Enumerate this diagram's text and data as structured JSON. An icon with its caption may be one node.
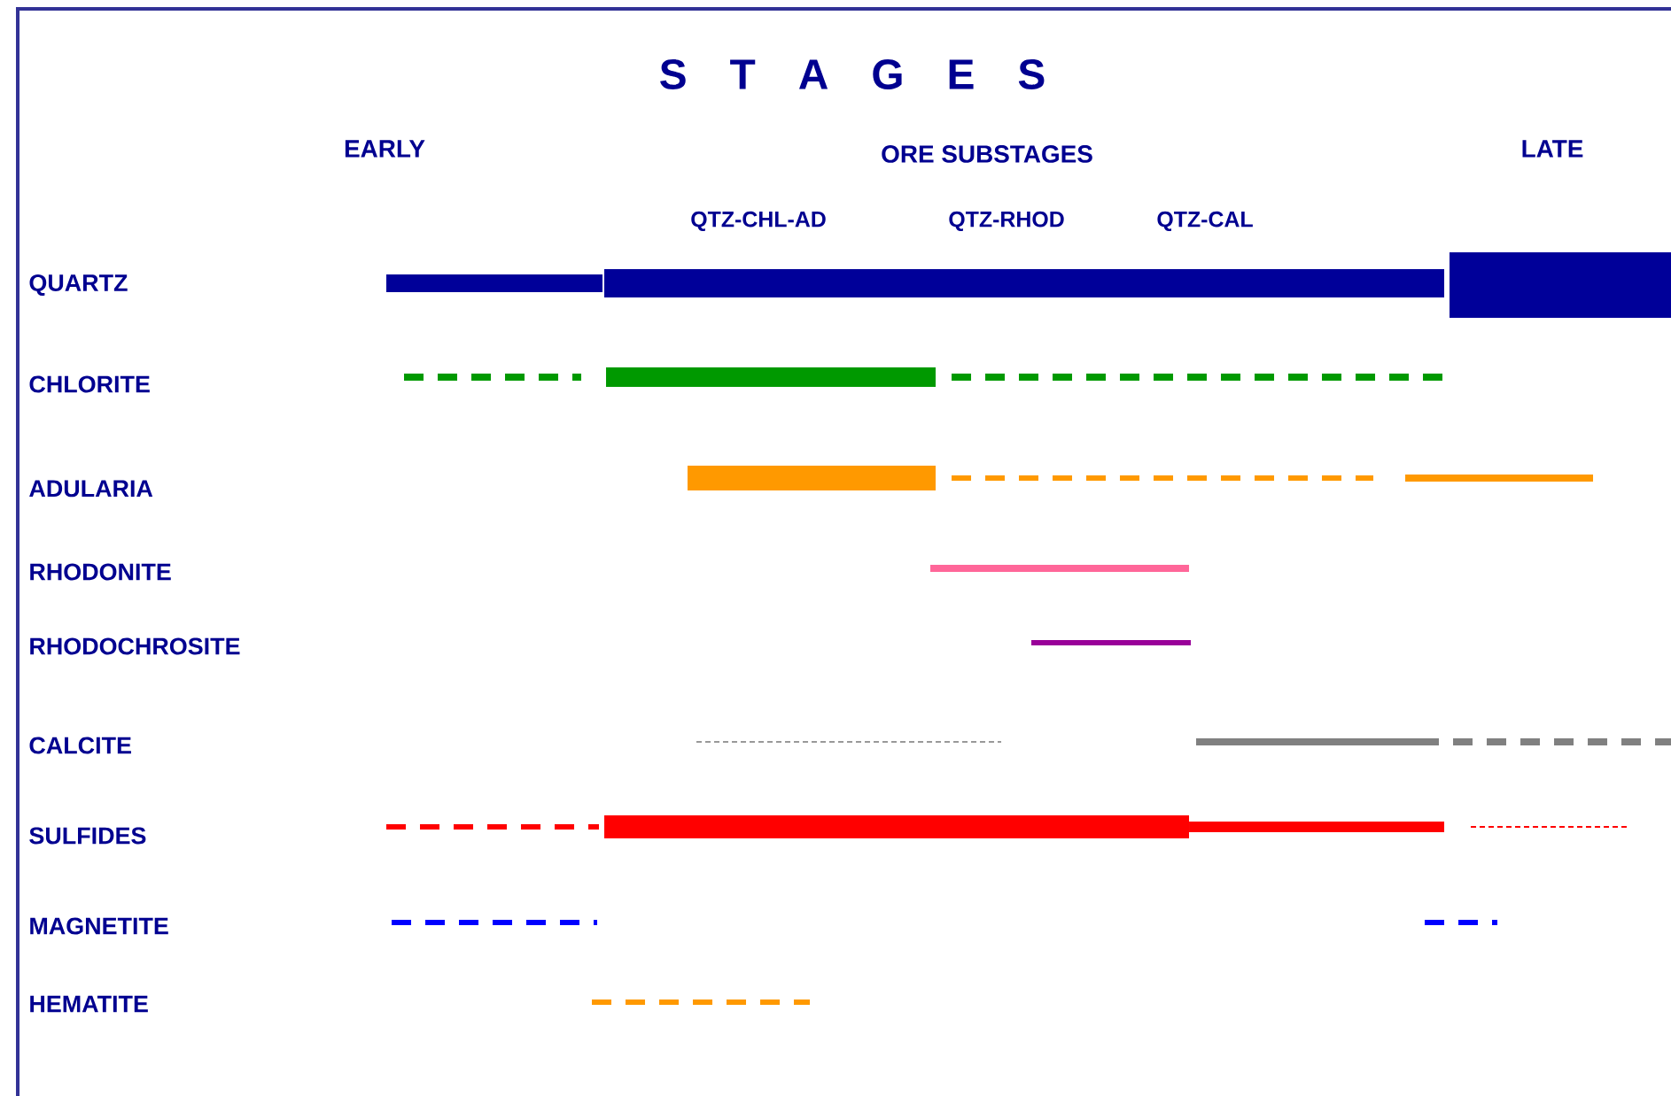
{
  "diagram": {
    "title": "S T A G E S",
    "labels": [
      "EARLY",
      "ORE SUBSTAGES",
      "LATE",
      "QTZ-CHL-AD",
      "QTZ-RHOD",
      "QTZ-CAL",
      "QUARTZ",
      "CHLORITE",
      "ADULARIA",
      "RHODONITE",
      "RHODOCHROSITE",
      "CALCITE",
      "SULFIDES",
      "MAGNETITE",
      "HEMATITE"
    ]
  }
}
